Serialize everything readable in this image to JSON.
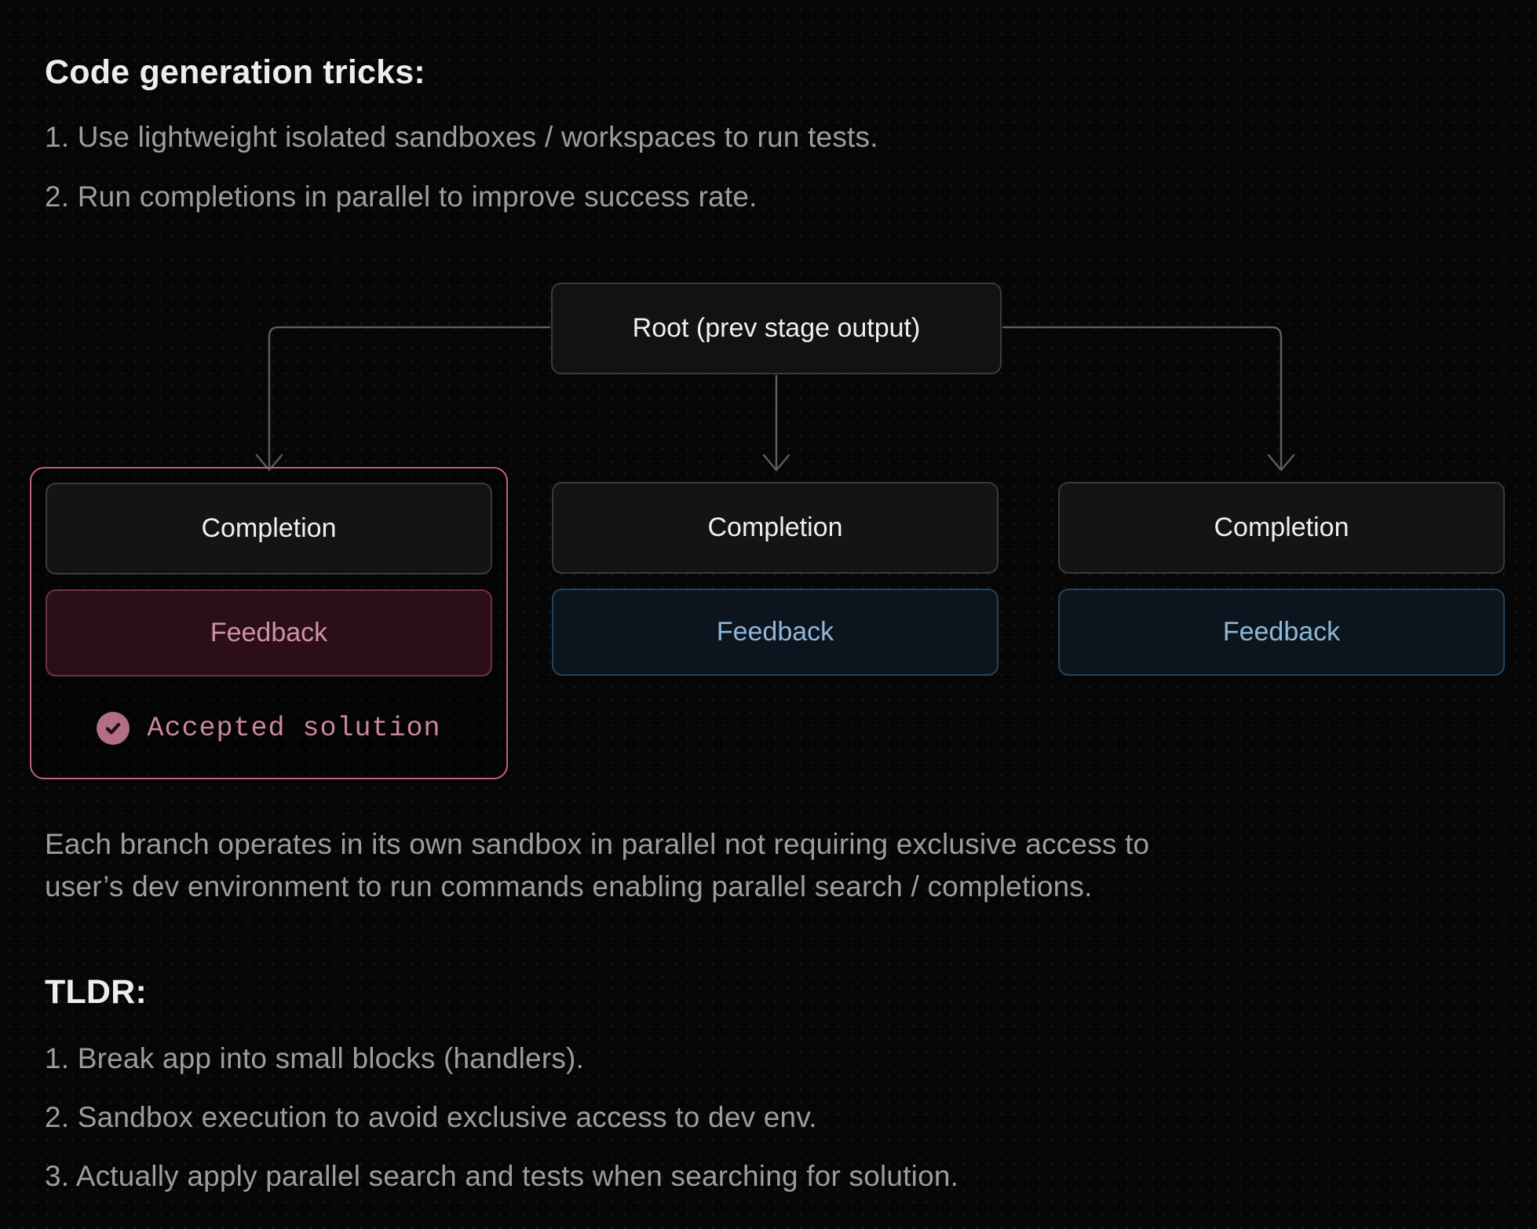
{
  "colors": {
    "accent_pink": "#c2607f",
    "pink_text": "#d290a6",
    "blue_text": "#8fb7d9",
    "connector_gray": "#5c5c5c"
  },
  "header": {
    "title": "Code generation tricks:"
  },
  "intro": {
    "items": [
      "1. Use lightweight isolated sandboxes / workspaces to run tests.",
      "2. Run completions in parallel to improve success rate."
    ]
  },
  "diagram": {
    "root_label": "Root (prev stage output)",
    "branches": [
      {
        "completion_label": "Completion",
        "feedback_label": "Feedback",
        "badge_label": "Accepted solution",
        "state": "accepted"
      },
      {
        "completion_label": "Completion",
        "feedback_label": "Feedback",
        "state": "default"
      },
      {
        "completion_label": "Completion",
        "feedback_label": "Feedback",
        "state": "default"
      }
    ]
  },
  "paragraph": {
    "lines": [
      "Each branch operates in its own sandbox in parallel not requiring exclusive access to",
      "user’s dev environment to run commands enabling parallel search / completions."
    ]
  },
  "tldr": {
    "title": "TLDR:",
    "items": [
      "1. Break app into small blocks (handlers).",
      "2. Sandbox execution to avoid exclusive access to dev env.",
      "3. Actually apply parallel search and tests when searching for solution."
    ]
  }
}
